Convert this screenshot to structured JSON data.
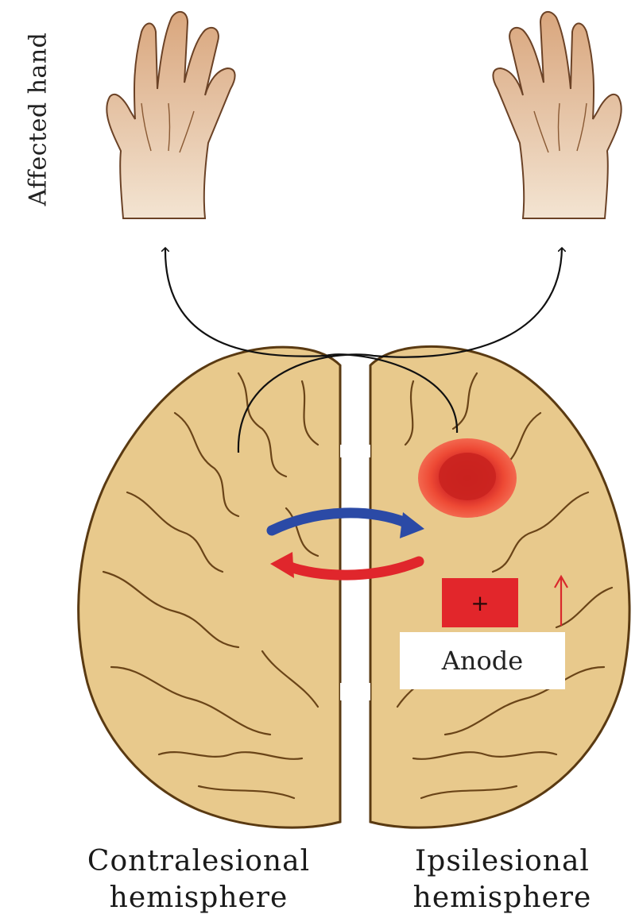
{
  "labels": {
    "affected_hand": "Affected hand",
    "left_hemisphere_line1": "Contralesional",
    "left_hemisphere_line2": "hemisphere",
    "right_hemisphere_line1": "Ipsilesional",
    "right_hemisphere_line2": "hemisphere",
    "electrode_label": "Anode",
    "electrode_sign": "+"
  },
  "colors": {
    "brain_fill": "#e8c98c",
    "brain_outline": "#5a3a12",
    "lesion_outer": "#ee4a35",
    "lesion_inner": "#cf2a22",
    "arrow_blue": "#2b4aa6",
    "arrow_red": "#e0262c",
    "electrode_red": "#e2262b",
    "hand_skin": "#e9cdb0",
    "hand_outline": "#6b4226"
  }
}
